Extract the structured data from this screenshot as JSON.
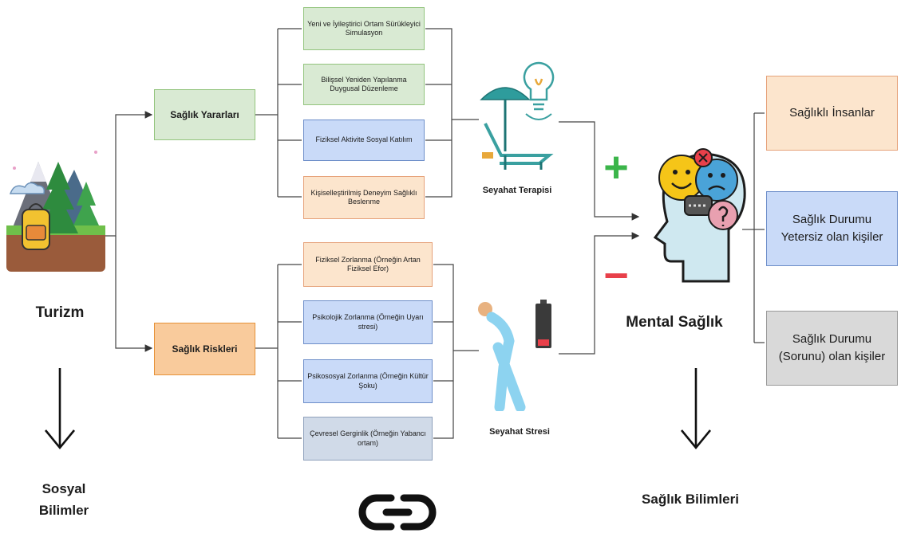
{
  "left": {
    "title": "Turizm",
    "discipline": "Sosyal Bilimler"
  },
  "branches": {
    "benefits": {
      "label": "Sağlık Yararları",
      "items": [
        "Yeni ve İyileştirici Ortam Sürükleyici Simulasyon",
        "Bilişsel Yeniden Yapılanma Duygusal Düzenleme",
        "Fiziksel Aktivite Sosyal Katılım",
        "Kişiselleştirilmiş Deneyim Sağlıklı Beslenme"
      ]
    },
    "risks": {
      "label": "Sağlık Riskleri",
      "items": [
        "Fiziksel Zorlanma (Örneğin Artan Fiziksel Efor)",
        "Psikolojik Zorlanma (Örneğin Uyarı stresi)",
        "Psikososyal Zorlanma (Örneğin Kültür Şoku)",
        "Çevresel Gerginlik (Örneğin Yabancı ortam)"
      ]
    }
  },
  "middle": {
    "therapy_label": "Seyahat Terapisi",
    "stress_label": "Seyahat Stresi",
    "plus_sign": "+",
    "minus_sign": "−",
    "plus_color": "#3bb54a",
    "minus_color": "#e8404a"
  },
  "right": {
    "title": "Mental Sağlık",
    "discipline": "Sağlık Bilimleri",
    "categories": [
      "Sağlıklı İnsanlar",
      "Sağlık Durumu Yetersiz olan kişiler",
      "Sağlık Durumu (Sorunu) olan kişiler"
    ]
  },
  "icons": [
    "tourism-backpack-icon",
    "beach-lounger-icon",
    "lightbulb-icon",
    "tired-walker-icon",
    "low-battery-icon",
    "mental-health-head-icon",
    "chain-link-icon",
    "down-arrow-icon"
  ]
}
